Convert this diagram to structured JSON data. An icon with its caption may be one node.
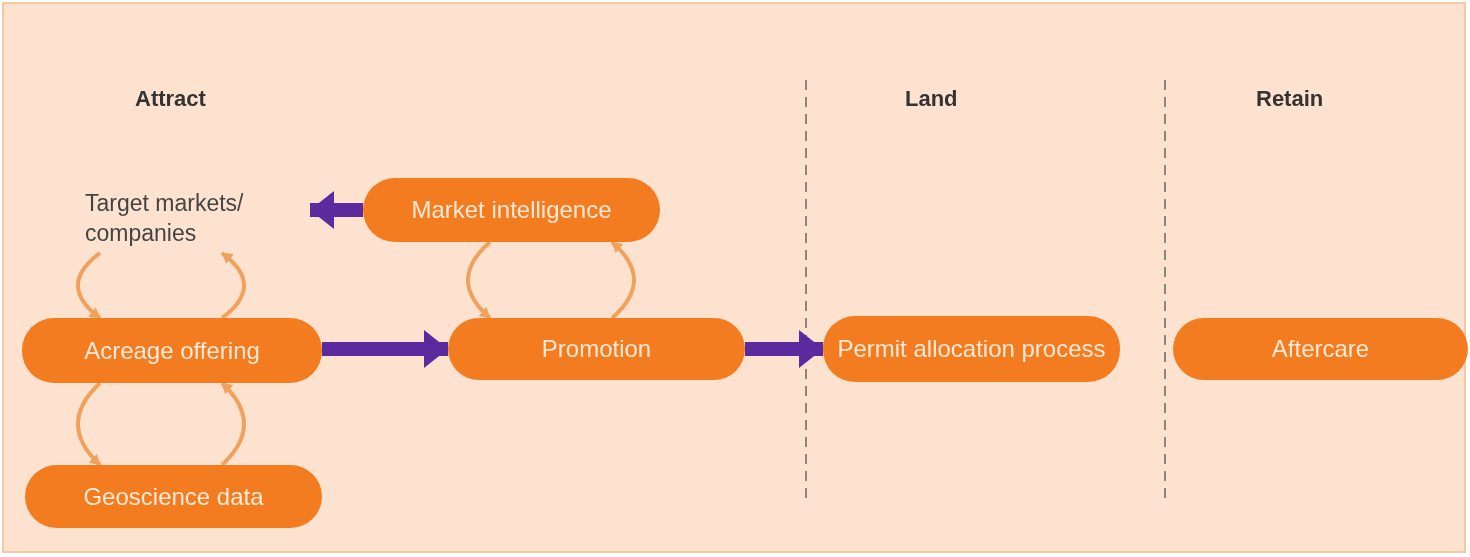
{
  "diagram": {
    "nodes": [
      {
        "text": [
          "Target markets/ companies"
        ]
      },
      {
        "text": [
          "Market intelligence"
        ]
      },
      {
        "text": [
          "Acreage offering"
        ]
      },
      {
        "text": [
          "Promotion"
        ]
      },
      {
        "text": [
          "Permit allocation process"
        ]
      },
      {
        "text": [
          "Aftercare"
        ]
      },
      {
        "text": [
          "Geoscience data"
        ]
      }
    ],
    "edges": [
      {
        "from": 1,
        "to": 0,
        "arrow": "to",
        "style": "thick",
        "color": "#5b2a9e"
      },
      {
        "from": 0,
        "to": 2,
        "arrow": "to"
      },
      {
        "from": 2,
        "to": 0,
        "arrow": "to"
      },
      {
        "from": 1,
        "to": 3,
        "arrow": "to"
      },
      {
        "from": 3,
        "to": 1,
        "arrow": "to"
      },
      {
        "from": 2,
        "to": 3,
        "arrow": "to",
        "style": "thick",
        "color": "#5b2a9e"
      },
      {
        "from": 3,
        "to": 4,
        "arrow": "to",
        "style": "thick",
        "color": "#5b2a9e"
      },
      {
        "from": 2,
        "to": 6,
        "arrow": "to"
      },
      {
        "from": 6,
        "to": 2,
        "arrow": "to"
      }
    ],
    "labels": [
      "Attract",
      "Land",
      "Retain"
    ]
  }
}
